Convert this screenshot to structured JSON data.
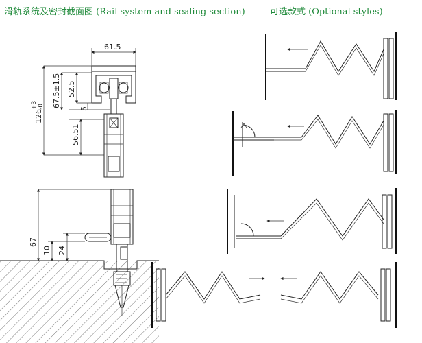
{
  "header": {
    "left_title": "滑轨系统及密封截面图 (Rail system and sealing section)",
    "right_title": "可选款式 (Optional styles)"
  },
  "dimensions": {
    "width_top": "61.5",
    "dim_52_5": "52.5",
    "dim_67_5": "67.5±1.5",
    "dim_126": "126",
    "dim_126_tol_plus": "+3",
    "dim_126_tol_minus": "-0",
    "dim_5": "5",
    "dim_56_51": "56.51",
    "dim_67": "67",
    "dim_10": "10",
    "dim_24": "24"
  }
}
